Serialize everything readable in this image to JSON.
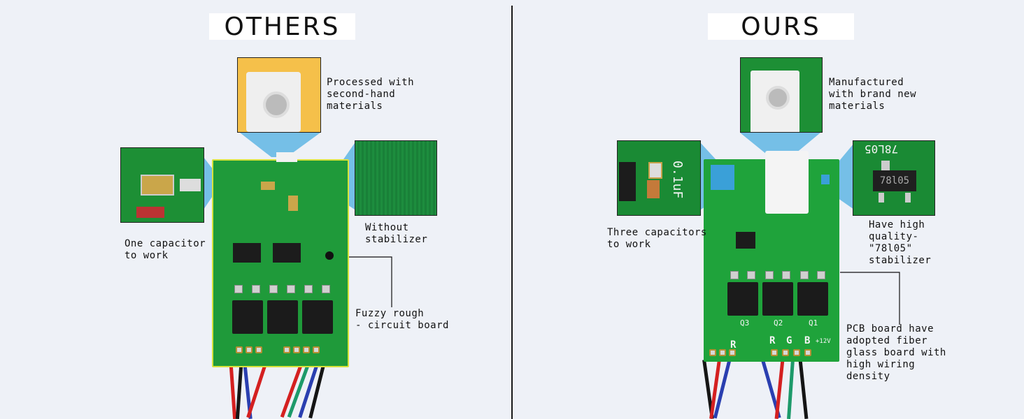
{
  "left": {
    "title": "OTHERS",
    "notes": {
      "top": "Processed with\nsecond-hand\nmaterials",
      "right": "Without\nstabilizer",
      "left": "One capacitor\nto work",
      "bottom": "Fuzzy rough\n- circuit board"
    }
  },
  "right": {
    "title": "OURS",
    "notes": {
      "top": "Manufactured\nwith brand new\nmaterials",
      "left": "Three capacitors\nto work",
      "right": "Have high\nquality-\n\"78l05\"\nstabilizer",
      "bottom": "PCB board have\nadopted fiber\nglass board with\nhigh wiring\ndensity"
    },
    "silkscreen": {
      "cap": "0.1uF",
      "reg": "78L05",
      "chip": "78l05",
      "q1": "Q1",
      "q2": "Q2",
      "q3": "Q3",
      "r": "R",
      "g": "G",
      "b": "B",
      "v": "+12V"
    }
  },
  "colors": {
    "background": "#eef1f7",
    "pcb_green": "#1f9a3a",
    "callout_blue": "#5fb6e4",
    "divider": "#1a1a1a"
  }
}
